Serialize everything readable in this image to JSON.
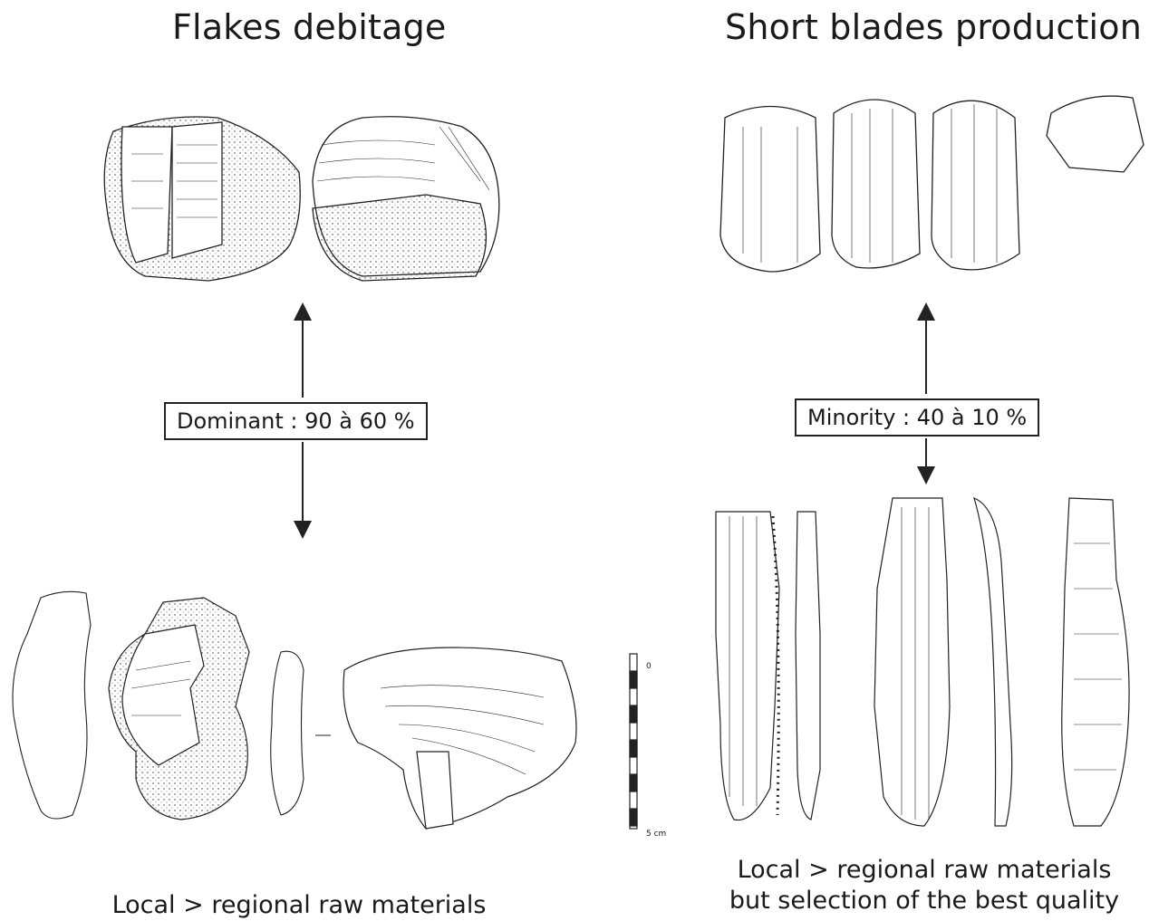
{
  "titles": {
    "left": "Flakes debitage",
    "right": "Short blades production"
  },
  "boxes": {
    "left": "Dominant : 90 à 60 %",
    "right": "Minority : 40 à 10 %"
  },
  "captions": {
    "left": "Local > regional raw materials",
    "right_line1": "Local > regional raw materials",
    "right_line2": "but selection of the best quality"
  },
  "scale": {
    "top": "0",
    "bottom": "5 cm"
  }
}
